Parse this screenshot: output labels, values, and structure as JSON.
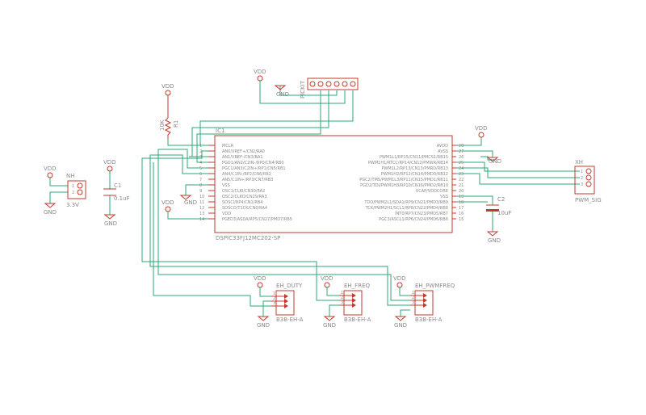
{
  "ic1": {
    "ref": "IC1",
    "part": "DSPIC33FJ12MC202-SP",
    "left_pins": [
      {
        "num": "1",
        "name": "MCLR"
      },
      {
        "num": "2",
        "name": "AN0/VREF+/CN2/RA0"
      },
      {
        "num": "3",
        "name": "AN1/VREF-/CN3/RA1"
      },
      {
        "num": "4",
        "name": "PGD1/AN2/C2IN-/RP0/CN4/RB0"
      },
      {
        "num": "5",
        "name": "PGC1/AN3/C2IN+/RP1/CN5/RB1"
      },
      {
        "num": "6",
        "name": "AN4/C1IN-/RP2/CN6/RB2"
      },
      {
        "num": "7",
        "name": "AN5/C1IN+/RP3/CN7/RB3"
      },
      {
        "num": "8",
        "name": "VSS"
      },
      {
        "num": "9",
        "name": "OSC1/CLKI/CN30/RA2"
      },
      {
        "num": "10",
        "name": "OSC2/CLKO/CN29/RA3"
      },
      {
        "num": "11",
        "name": "SOSCI/RP4/CN1/RB4"
      },
      {
        "num": "12",
        "name": "SOSCO/T1CK/CN0/RA4"
      },
      {
        "num": "13",
        "name": "VDD"
      },
      {
        "num": "14",
        "name": "PGED3/ASDA/RP5/CN27/PMD7/RB5"
      }
    ],
    "right_pins": [
      {
        "num": "28",
        "name": "AVDD"
      },
      {
        "num": "27",
        "name": "AVSS"
      },
      {
        "num": "26",
        "name": "PWM1L1/RP15/CN11/PMCS1/RB15"
      },
      {
        "num": "25",
        "name": "PWM1H1/RTCC/RP14/CN12/PMWR/RB14"
      },
      {
        "num": "24",
        "name": "PWM1L2/RP13/CN13/PMRD/RB13"
      },
      {
        "num": "23",
        "name": "PWM1H2/RP12/CN14/PMD0/RB12"
      },
      {
        "num": "22",
        "name": "PGC2/TMS/PWM1L3/RP11/CN15/PMD1/RB11"
      },
      {
        "num": "21",
        "name": "PGD2/TDI/PWM1H3/RP10/CN16/PMD2/RB10"
      },
      {
        "num": "20",
        "name": "VCAP/VDDCORE"
      },
      {
        "num": "19",
        "name": "VSS"
      },
      {
        "num": "18",
        "name": "TDO/PWM2L1/SDA1/RP9/CN21/PMD3/RB9"
      },
      {
        "num": "17",
        "name": "TCK/PWM2H1/SCL1/RP8/CN22/PMD4/RB8"
      },
      {
        "num": "16",
        "name": "INT0/RP7/CN23/PMD5/RB7"
      },
      {
        "num": "15",
        "name": "PGC3/ASCL1/RP6/CN24/PMD6/RB6"
      }
    ]
  },
  "pickit": {
    "label": "PICKIT"
  },
  "r1": {
    "ref": "R1",
    "value": "10K"
  },
  "c1": {
    "ref": "C1",
    "value": "0.1uF"
  },
  "c2": {
    "ref": "C2",
    "value": "10uF"
  },
  "nh": {
    "ref": "NH",
    "value": "3.3V",
    "pins": [
      "1",
      "2"
    ]
  },
  "xh": {
    "ref": "XH",
    "value": "PWM_SIG",
    "pins": [
      "1",
      "2",
      "3"
    ]
  },
  "eh_duty": {
    "ref": "EH_DUTY",
    "value": "B3B-EH-A",
    "pins": [
      "1",
      "2",
      "3"
    ]
  },
  "eh_freq": {
    "ref": "EH_FREQ",
    "value": "B3B-EH-A",
    "pins": [
      "1",
      "2",
      "3"
    ]
  },
  "eh_pwmfreq": {
    "ref": "EH_PWMFREQ",
    "value": "B3B-EH-A",
    "pins": [
      "1",
      "2",
      "3"
    ]
  },
  "power": {
    "vdd": "VDD",
    "gnd": "GND"
  },
  "colors": {
    "wire": "#2aa876",
    "symbol": "#c0392b",
    "text": "#8a8a8a"
  }
}
